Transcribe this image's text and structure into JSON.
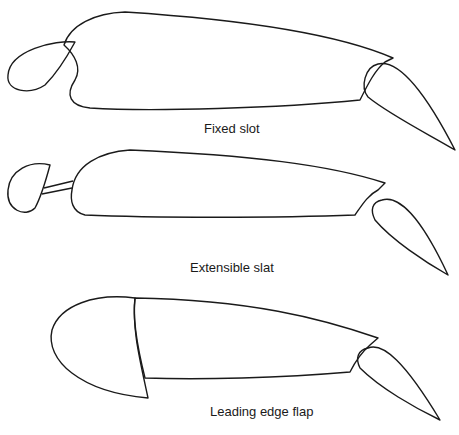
{
  "diagram": {
    "labels": [
      "Fixed slot",
      "Extensible slat",
      "Leading edge flap"
    ]
  }
}
